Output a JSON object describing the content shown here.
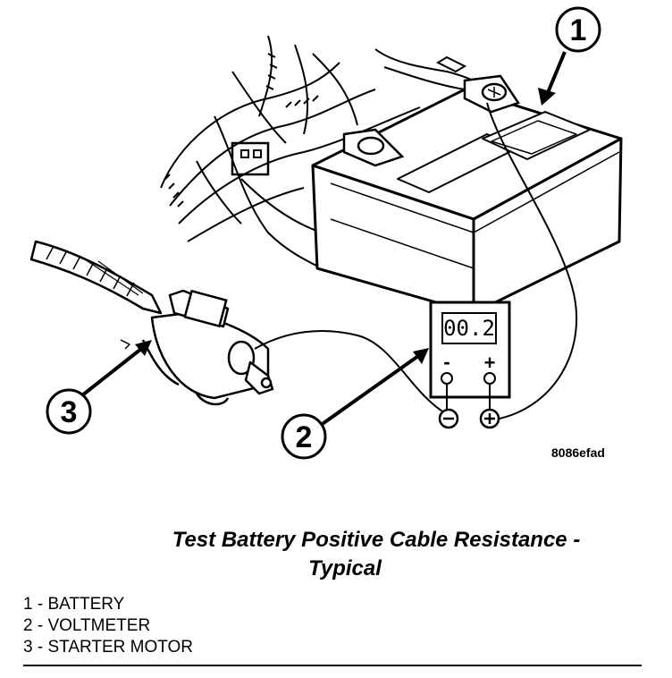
{
  "callouts": [
    {
      "number": "1"
    },
    {
      "number": "2"
    },
    {
      "number": "3"
    }
  ],
  "voltmeter": {
    "reading": "00.2",
    "negative_label": "-",
    "positive_label": "+"
  },
  "figure_id": "8086efad",
  "caption": {
    "line1": "Test Battery Positive Cable Resistance -",
    "line2": "Typical"
  },
  "legend": [
    {
      "label": "1 - BATTERY"
    },
    {
      "label": "2 - VOLTMETER"
    },
    {
      "label": "3 - STARTER MOTOR"
    }
  ]
}
